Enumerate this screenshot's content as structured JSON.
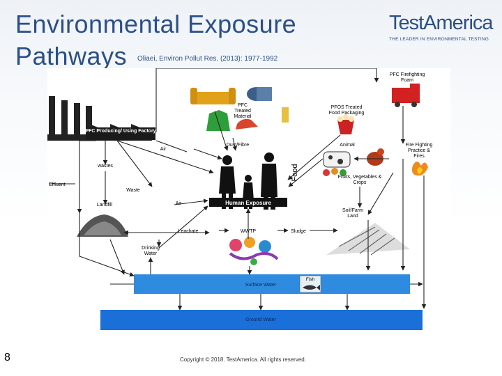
{
  "slide": {
    "title_line1": "Environmental Exposure",
    "title_line2": "Pathways",
    "citation": "Oliaei, Environ Pollut Res. (2013): 1977-1992",
    "slide_number": "8",
    "copyright": "Copyright © 2018. TestAmerica. All rights reserved."
  },
  "logo": {
    "name": "TestAmerica",
    "tagline": "THE LEADER IN ENVIRONMENTAL TESTING"
  },
  "diagram": {
    "factory": "PFC Producing/ Using Factory",
    "ptm_1": "PFC",
    "ptm_2": "Treated",
    "ptm_3": "Material",
    "pfos_1": "PFOS Treated",
    "pfos_2": "Food Packaging",
    "foam_1": "PFC Firefighting",
    "foam_2": "Foam",
    "dust": "Dust/Fibre",
    "animal": "Animal",
    "ff_1": "Fire Fighting",
    "ff_2": "Practice &",
    "ff_3": "Fires",
    "air1": "Air",
    "air2": "Air",
    "wastes": "wastes",
    "effluent": "Effluent",
    "waste": "Waste",
    "landfill": "Landfill",
    "food": "Food",
    "fvc_1": "Fruits, Vegetables &",
    "fvc_2": "Crops",
    "human": "Human Exposure",
    "soil_1": "Soil/Farm",
    "soil_2": "Land",
    "leachate": "Leachate",
    "wwtp": "WWTP",
    "sludge": "Sludge",
    "dw_1": "Drinking",
    "dw_2": "Water",
    "fish": "Fish",
    "surface": "Surface Water",
    "ground": "Ground Water"
  },
  "colors": {
    "title": "#2b4f86",
    "factory_box": "#1a1a1a",
    "water_blue": "#2e8be0",
    "arrow": "#222222"
  }
}
